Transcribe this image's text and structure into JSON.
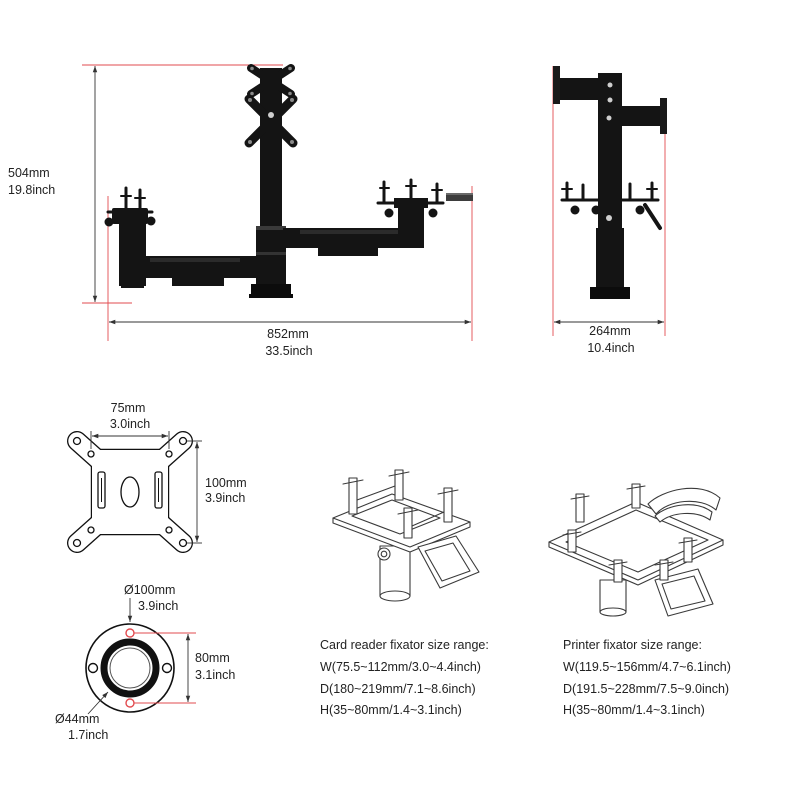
{
  "figure": {
    "front_view": {
      "height_mm": "504mm",
      "height_inch": "19.8inch",
      "width_mm": "852mm",
      "width_inch": "33.5inch"
    },
    "side_view": {
      "depth_mm": "264mm",
      "depth_inch": "10.4inch"
    },
    "vesa_plate": {
      "horizontal_mm": "75mm",
      "horizontal_inch": "3.0inch",
      "vertical_mm": "100mm",
      "vertical_inch": "3.9inch"
    },
    "base_plate": {
      "outer_diameter_mm": "Ø100mm",
      "outer_diameter_inch": "3.9inch",
      "hole_spacing_mm": "80mm",
      "hole_spacing_inch": "3.1inch",
      "inner_diameter_mm": "Ø44mm",
      "inner_diameter_inch": "1.7inch"
    }
  },
  "card_reader_fixator": {
    "title": "Card reader fixator size range:",
    "width": "W(75.5~112mm/3.0~4.4inch)",
    "depth": "D(180~219mm/7.1~8.6inch)",
    "height": "H(35~80mm/1.4~3.1inch)"
  },
  "printer_fixator": {
    "title": "Printer fixator size range:",
    "width": "W(119.5~156mm/4.7~6.1inch)",
    "depth": "D(191.5~228mm/7.5~9.0inch)",
    "height": "H(35~80mm/1.4~3.1inch)"
  },
  "colors": {
    "product": "#141414",
    "dimension_line": "#333333",
    "extension_line": "#e24b4f",
    "text": "#222222"
  }
}
